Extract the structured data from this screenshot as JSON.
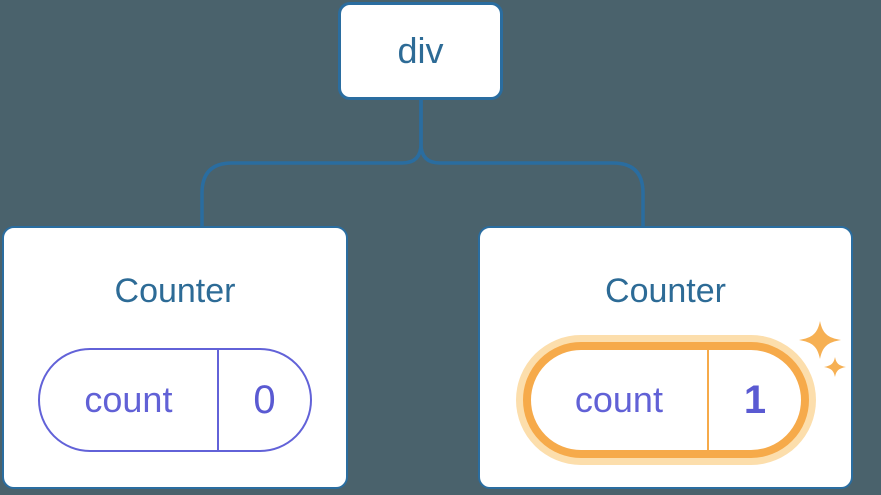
{
  "tree": {
    "root": {
      "label": "div"
    },
    "counters": [
      {
        "title": "Counter",
        "state_key": "count",
        "state_value": "0",
        "highlighted": false
      },
      {
        "title": "Counter",
        "state_key": "count",
        "state_value": "1",
        "highlighted": true
      }
    ]
  },
  "icons": {
    "sparkles": "sparkle-icon"
  },
  "colors": {
    "background": "#4a626c",
    "connector_blue": "#2a6da0",
    "label_blue": "#2d6b96",
    "card_background": "#ffffff",
    "state_purple_border": "#6262d8",
    "state_purple_text": "#6161d6",
    "state_purple_value": "#5a5ad2",
    "highlight_orange": "#f6aa4a",
    "highlight_glow": "#fcdeac",
    "sparkle_orange": "#f6b053"
  }
}
